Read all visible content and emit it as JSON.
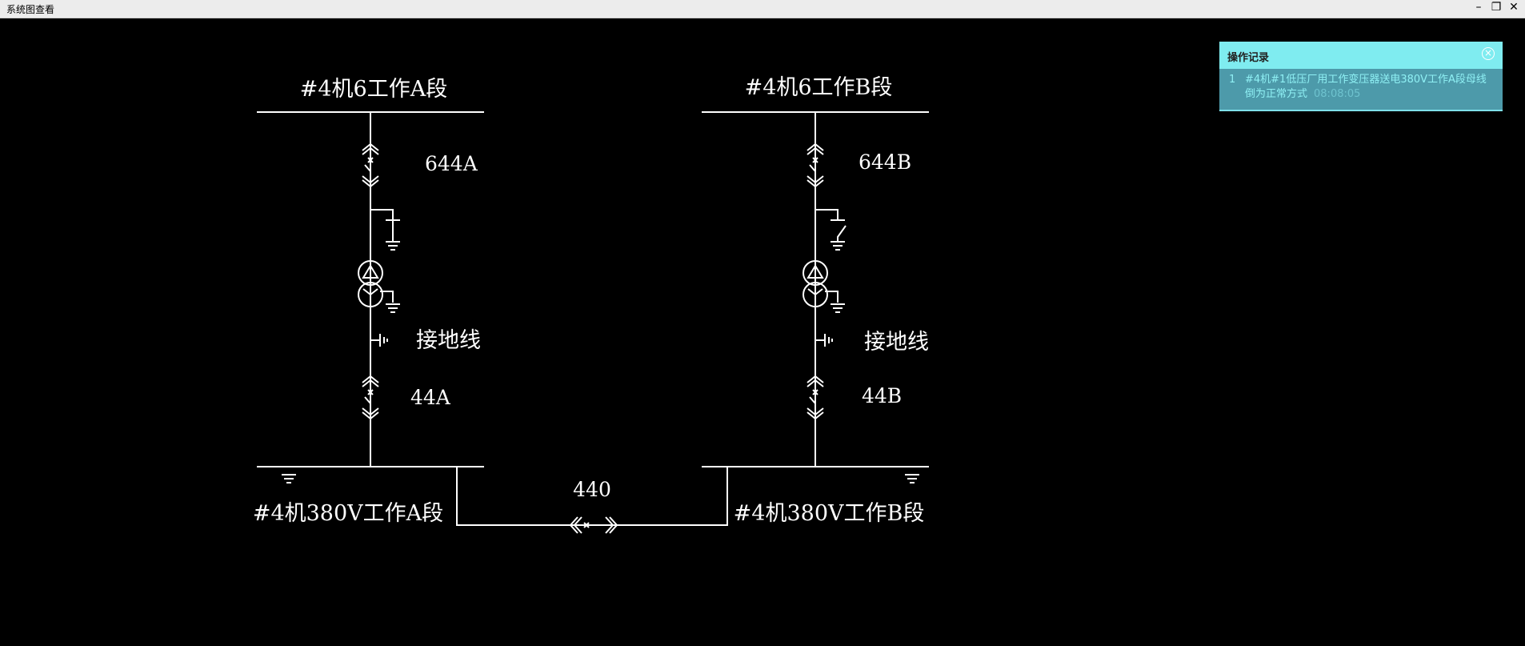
{
  "window": {
    "title": "系统图查看",
    "controls": [
      "minimize",
      "restore",
      "close"
    ]
  },
  "diagram": {
    "bus_a_top": "#4机6工作A段",
    "bus_b_top": "#4机6工作B段",
    "switch_644a": "644A",
    "switch_644b": "644B",
    "ground_a": "接地线",
    "ground_b": "接地线",
    "switch_44a": "44A",
    "switch_44b": "44B",
    "bus_a_bottom": "#4机380V工作A段",
    "bus_b_bottom": "#4机380V工作B段",
    "tie_switch": "440"
  },
  "panel": {
    "title": "操作记录",
    "records": [
      {
        "index": "1",
        "text": "#4机#1低压厂用工作变压器送电380V工作A段母线倒为正常方式",
        "time": "08:08:05"
      }
    ]
  }
}
